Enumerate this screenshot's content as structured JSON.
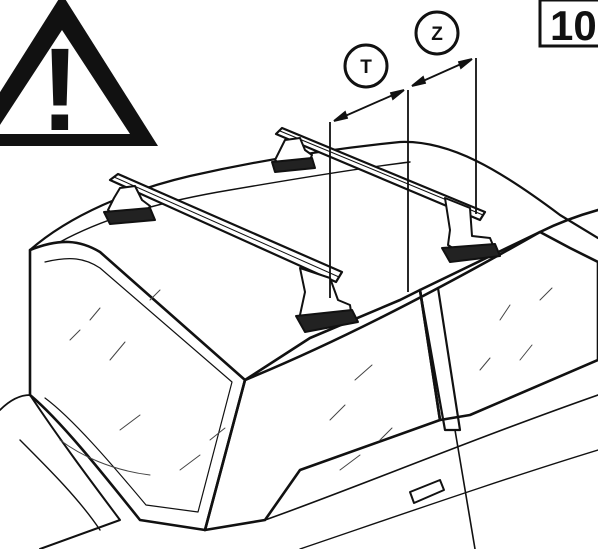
{
  "warning": {
    "icon": "warning-triangle-icon",
    "symbol": "!"
  },
  "step": {
    "number": "10"
  },
  "dimensions": [
    {
      "label": "T"
    },
    {
      "label": "Z"
    }
  ],
  "colors": {
    "ink": "#111111",
    "paper": "#ffffff",
    "sketch": "#444444"
  }
}
